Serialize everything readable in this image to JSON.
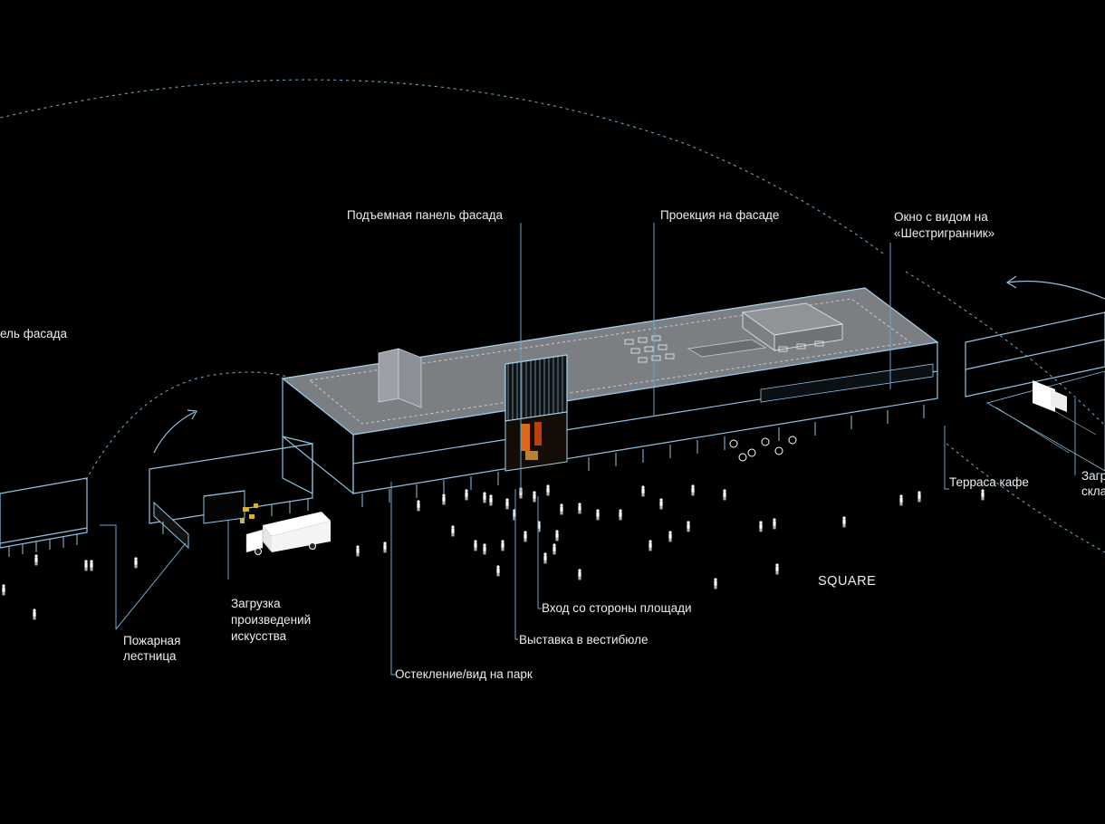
{
  "labels": {
    "panel_left": "ель фасада",
    "lift_panel": "Подъемная панель фасада",
    "projection": "Проекция на фасаде",
    "window_line1": "Окно с видом на",
    "window_line2": "«Шестригранник»",
    "terrace": "Терраса кафе",
    "right_cut_1": "Загр",
    "right_cut_2": "скла",
    "fire_line1": "Пожарная",
    "fire_line2": "лестница",
    "art_line1": "Загрузка",
    "art_line2": "произведений",
    "art_line3": "искусства",
    "entrance": "Вход со стороны площади",
    "exhibition": "Выставка в вестибюле",
    "glazing": "Остекление/вид на парк",
    "square": "SQUARE"
  },
  "colors": {
    "background": "#000000",
    "outline": "#8fc3e3",
    "roof": "#7b7f84",
    "text": "#e8eef2",
    "accent": "#ff7a1a"
  }
}
